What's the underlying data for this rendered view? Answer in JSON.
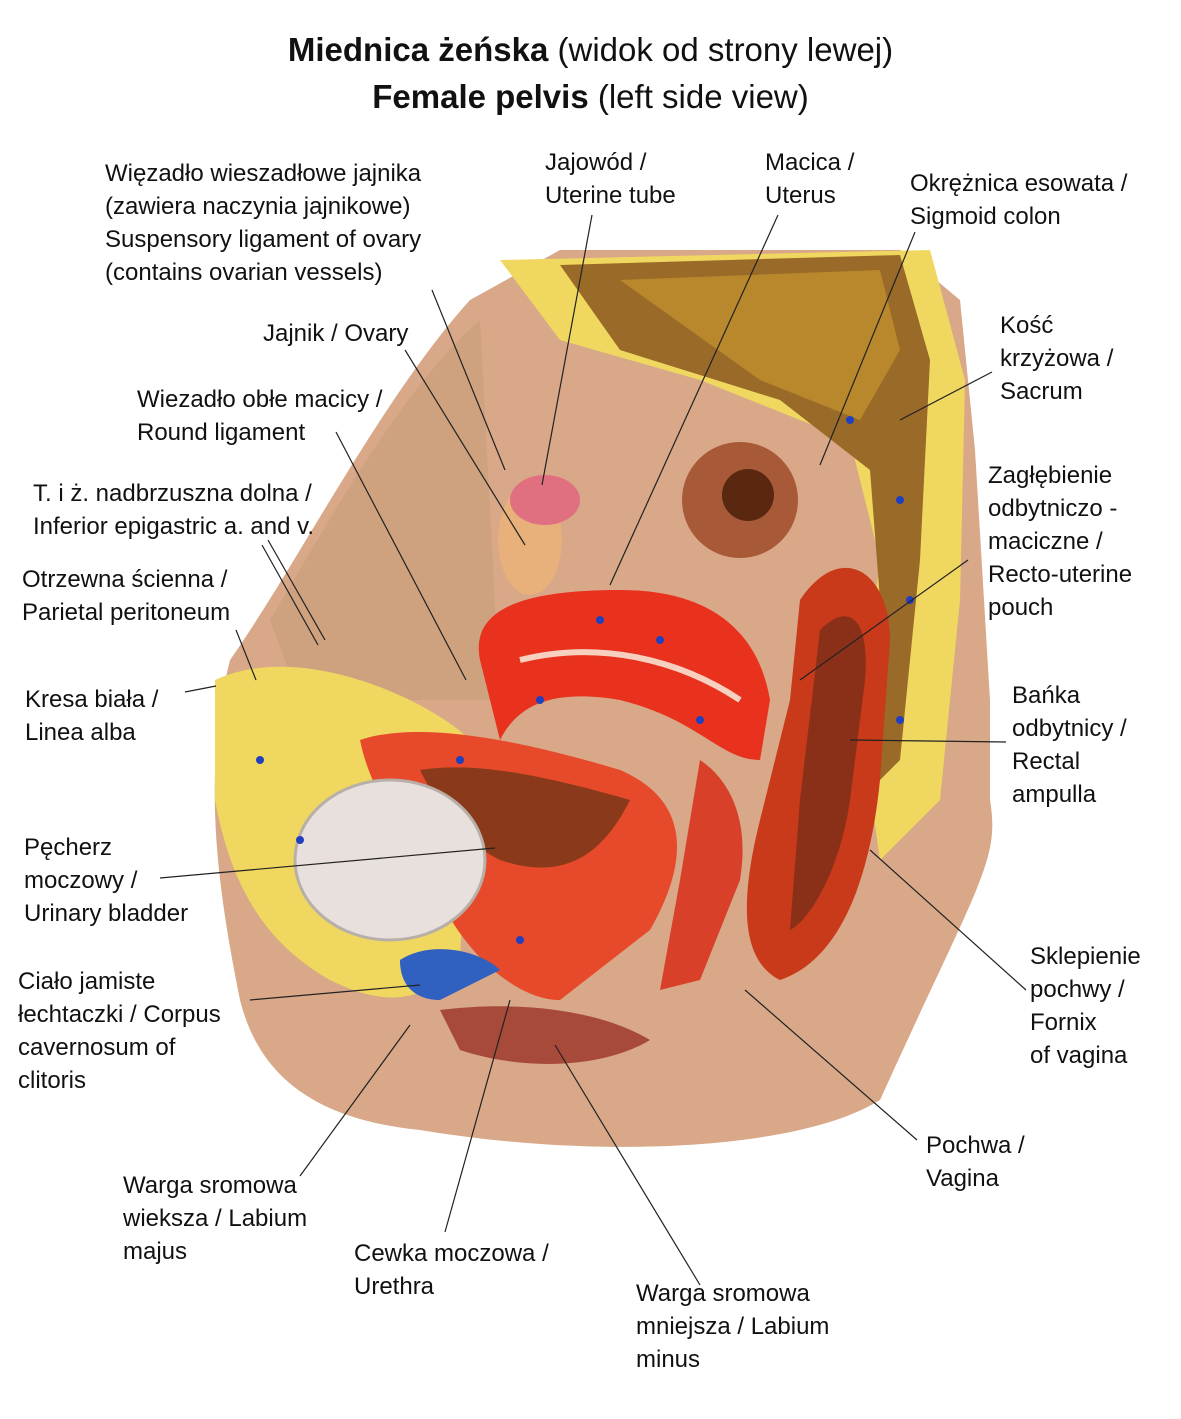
{
  "title": {
    "line1_bold": "Miednica żeńska",
    "line1_rest": "(widok od strony lewej)",
    "line2_bold": "Female pelvis",
    "line2_rest": "(left side view)"
  },
  "labels": {
    "suspensory": [
      "Więzadło wieszadłowe jajnika",
      "(zawiera naczynia jajnikowe)",
      "Suspensory ligament of ovary",
      "(contains ovarian vessels)"
    ],
    "tube": [
      "Jajowód /",
      "Uterine tube"
    ],
    "uterus": [
      "Macica /",
      "Uterus"
    ],
    "sigmoid": [
      "Okrężnica esowata /",
      "Sigmoid colon"
    ],
    "sacrum": [
      "Kość",
      "krzyżowa /",
      "Sacrum"
    ],
    "ovary": [
      "Jajnik / Ovary"
    ],
    "round": [
      "Wiezadło obłe macicy /",
      "Round ligament"
    ],
    "epigastric": [
      "T. i ż. nadbrzuszna dolna /",
      "Inferior epigastric a. and v."
    ],
    "peritoneum": [
      "Otrzewna ścienna /",
      "Parietal peritoneum"
    ],
    "linea": [
      "Kresa biała /",
      "Linea alba"
    ],
    "pouch": [
      "Zagłębienie",
      "odbytniczo -",
      "maciczne /",
      "Recto-uterine",
      "pouch"
    ],
    "ampulla": [
      "Bańka",
      "odbytnicy /",
      "Rectal",
      "ampulla"
    ],
    "bladder": [
      "Pęcherz",
      "moczowy /",
      "Urinary bladder"
    ],
    "clitoris": [
      "Ciało jamiste",
      "łechtaczki / Corpus",
      "cavernosum of",
      "clitoris"
    ],
    "fornix": [
      "Sklepienie",
      "pochwy /",
      "Fornix",
      "of vagina"
    ],
    "vagina": [
      "Pochwa /",
      "Vagina"
    ],
    "majus": [
      "Warga sromowa",
      "wieksza / Labium",
      "majus"
    ],
    "urethra": [
      "Cewka moczowa /",
      "Urethra"
    ],
    "minus": [
      "Warga sromowa",
      "mniejsza / Labium",
      "minus"
    ]
  },
  "colors": {
    "skin": "#d9a98a",
    "fat": "#f0d860",
    "muscle": "#e8321e",
    "bone": "#b8862a",
    "bladder": "#e8e0dc",
    "rectum": "#a04020",
    "vessel": "#2040c0"
  }
}
